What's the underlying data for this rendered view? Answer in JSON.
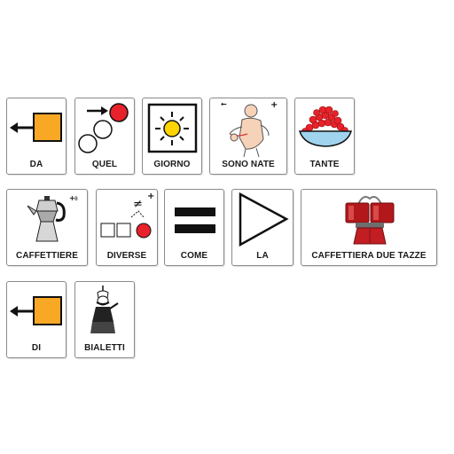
{
  "cards": [
    {
      "label": "DA",
      "icon": "arrow-left-square-icon"
    },
    {
      "label": "QUEL",
      "icon": "pointing-circles-icon"
    },
    {
      "label": "GIORNO",
      "icon": "sun-icon"
    },
    {
      "label": "SONO NATE",
      "icon": "birth-icon"
    },
    {
      "label": "TANTE",
      "icon": "bowl-of-berries-icon"
    },
    {
      "label": "CAFFETTIERE",
      "icon": "moka-pot-icon"
    },
    {
      "label": "DIVERSE",
      "icon": "different-squares-icon"
    },
    {
      "label": "COME",
      "icon": "equals-icon"
    },
    {
      "label": "LA",
      "icon": "play-triangle-icon"
    },
    {
      "label": "CAFFETTIERA DUE TAZZE",
      "icon": "two-cup-coffee-maker-icon"
    },
    {
      "label": "DI",
      "icon": "arrow-left-square-icon"
    },
    {
      "label": "BIALETTI",
      "icon": "mustache-man-icon"
    }
  ],
  "colors": {
    "orange": "#f9a825",
    "red": "#e8222a",
    "sun": "#ffd400",
    "bowl": "#9fd3ee"
  }
}
